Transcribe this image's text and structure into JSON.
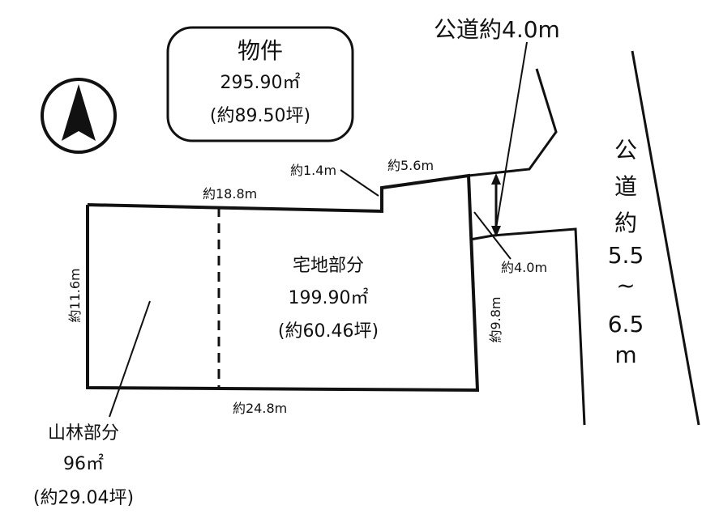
{
  "property_box": {
    "title": "物件",
    "area": "295.90㎡",
    "tsubo": "(約89.50坪)"
  },
  "road_north": {
    "label": "公道約4.0m"
  },
  "road_east": {
    "label": [
      "公",
      "道",
      "約",
      "5.5",
      "~",
      "6.5",
      "m"
    ]
  },
  "dimensions": {
    "top_left": "約18.8m",
    "step": "約1.4m",
    "top_right": "約5.6m",
    "right_upper": "約4.0m",
    "right_lower": "約9.8m",
    "bottom": "約24.8m",
    "left": "約11.6m"
  },
  "residential": {
    "title": "宅地部分",
    "area": "199.90㎡",
    "tsubo": "(約60.46坪)"
  },
  "forest": {
    "title": "山林部分",
    "area": "96㎡",
    "tsubo": "(約29.04坪)"
  },
  "north_arrow": {
    "icon": "north-arrow-icon"
  }
}
